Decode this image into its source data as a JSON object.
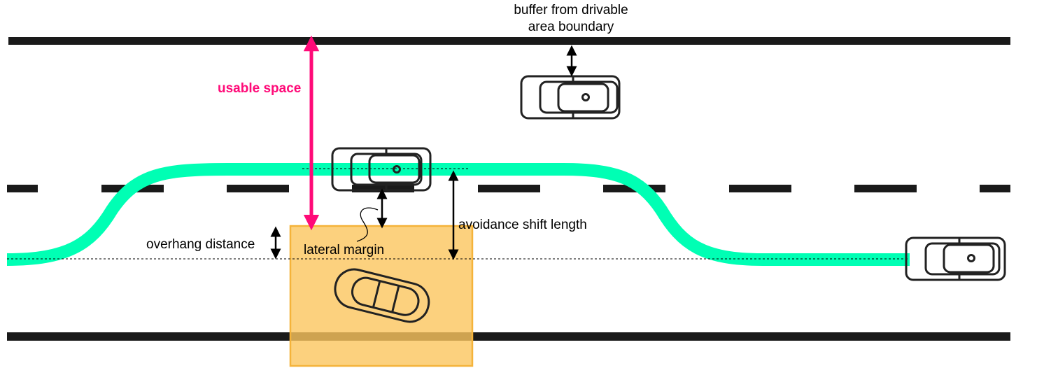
{
  "labels": {
    "buffer_line1": "buffer from drivable",
    "buffer_line2": "area boundary",
    "usable_space": "usable space",
    "avoidance_shift_length": "avoidance shift length",
    "overhang_distance": "overhang distance",
    "lateral_margin": "lateral margin"
  },
  "colors": {
    "path": "#00ffb4",
    "usable_space": "#ff0a78",
    "obstacle_box_fill": "#fbc65e",
    "obstacle_box_stroke": "#f5b33a",
    "lane_line": "#1a1a1a"
  },
  "icons": {
    "ego_vehicle": "car-top-view-icon",
    "obstacle_vehicle": "parked-car-icon",
    "dimension_arrow": "double-headed-arrow-icon"
  }
}
